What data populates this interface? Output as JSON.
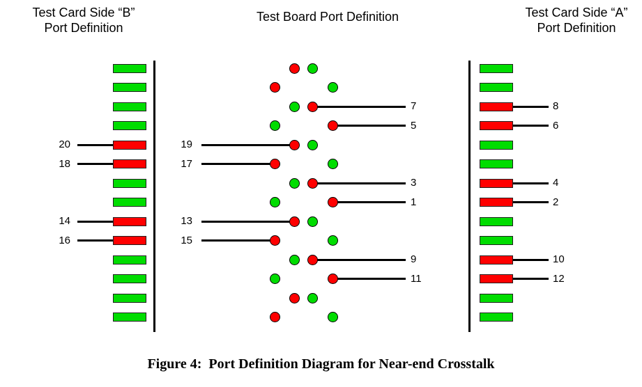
{
  "colors": {
    "green": "#00DD00",
    "red": "#FF0000",
    "line": "#000000"
  },
  "headers": {
    "side_b": [
      "Test Card Side “B”",
      "Port Definition"
    ],
    "board": "Test Board Port Definition",
    "side_a": [
      "Test Card Side “A”",
      "Port Definition"
    ]
  },
  "caption": "Figure 4:  Port Definition Diagram for Near-end Crosstalk",
  "side_b": {
    "rows": [
      {
        "color": "green"
      },
      {
        "color": "green"
      },
      {
        "color": "green"
      },
      {
        "color": "green"
      },
      {
        "color": "red",
        "label": "20"
      },
      {
        "color": "red",
        "label": "18"
      },
      {
        "color": "green"
      },
      {
        "color": "green"
      },
      {
        "color": "red",
        "label": "14"
      },
      {
        "color": "red",
        "label": "16"
      },
      {
        "color": "green"
      },
      {
        "color": "green"
      },
      {
        "color": "green"
      },
      {
        "color": "green"
      }
    ]
  },
  "board": {
    "rows": [
      {
        "pos": "inner",
        "left": "red",
        "right": "green"
      },
      {
        "pos": "outer",
        "left": "red",
        "right": "green"
      },
      {
        "pos": "inner",
        "left": "green",
        "right": "red",
        "right_label": "7"
      },
      {
        "pos": "outer",
        "left": "green",
        "right": "red",
        "right_label": "5"
      },
      {
        "pos": "inner",
        "left": "red",
        "right": "green",
        "left_label": "19"
      },
      {
        "pos": "outer",
        "left": "red",
        "right": "green",
        "left_label": "17"
      },
      {
        "pos": "inner",
        "left": "green",
        "right": "red",
        "right_label": "3"
      },
      {
        "pos": "outer",
        "left": "green",
        "right": "red",
        "right_label": "1"
      },
      {
        "pos": "inner",
        "left": "red",
        "right": "green",
        "left_label": "13"
      },
      {
        "pos": "outer",
        "left": "red",
        "right": "green",
        "left_label": "15"
      },
      {
        "pos": "inner",
        "left": "green",
        "right": "red",
        "right_label": "9"
      },
      {
        "pos": "outer",
        "left": "green",
        "right": "red",
        "right_label": "11"
      },
      {
        "pos": "inner",
        "left": "red",
        "right": "green"
      },
      {
        "pos": "outer",
        "left": "red",
        "right": "green"
      }
    ]
  },
  "side_a": {
    "rows": [
      {
        "color": "green"
      },
      {
        "color": "green"
      },
      {
        "color": "red",
        "label": "8"
      },
      {
        "color": "red",
        "label": "6"
      },
      {
        "color": "green"
      },
      {
        "color": "green"
      },
      {
        "color": "red",
        "label": "4"
      },
      {
        "color": "red",
        "label": "2"
      },
      {
        "color": "green"
      },
      {
        "color": "green"
      },
      {
        "color": "red",
        "label": "10"
      },
      {
        "color": "red",
        "label": "12"
      },
      {
        "color": "green"
      },
      {
        "color": "green"
      }
    ]
  }
}
